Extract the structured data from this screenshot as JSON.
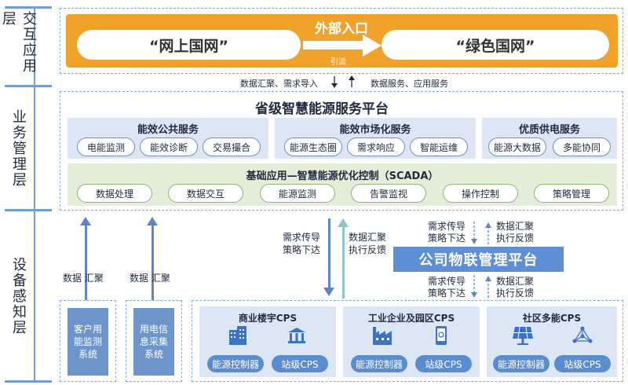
{
  "layers": {
    "top": "交互应用层",
    "middle": "业务管理层",
    "bottom": "设备感知层"
  },
  "interaction": {
    "entry_title": "外部入口",
    "left_portal": "“网上国网”",
    "right_portal": "“绿色国网”",
    "flow_label": "引流",
    "down_note": "数据汇聚、需求导入",
    "up_note": "数据服务、应用服务"
  },
  "business": {
    "platform_title": "省级智慧能源服务平台",
    "groups": [
      {
        "title": "能效公共服务",
        "items": [
          "电能监测",
          "能效诊断",
          "交易撮合"
        ]
      },
      {
        "title": "能效市场化服务",
        "items": [
          "能源生态圈",
          "需求响应",
          "智能运维"
        ]
      },
      {
        "title": "优质供电服务",
        "items": [
          "能源大数据",
          "多能协同"
        ]
      }
    ],
    "base": {
      "title": "基础应用—智慧能源优化控制（SCADA）",
      "items": [
        "数据处理",
        "数据交互",
        "能源监测",
        "告警监视",
        "操作控制",
        "策略管理"
      ]
    }
  },
  "device": {
    "left_arrow_label_1": "数据 汇聚",
    "left_arrow_label_2": "数据 汇聚",
    "center_down_label": "需求传导\n策略下达",
    "center_up_label": "数据汇聚\n执行反馈",
    "iot_upper_down": "需求传导\n策略下达",
    "iot_upper_up": "数据汇聚\n执行反馈",
    "iot_title": "公司物联管理平台",
    "iot_lower_down": "需求传导\n策略下达",
    "iot_lower_up": "数据汇聚\n执行反馈",
    "box1": "客户用能监测系统",
    "box2": "用电信息采集系统",
    "cps": [
      {
        "title": "商业楼宇CPS",
        "btn1": "能源控制器",
        "btn2": "站级CPS",
        "icon1": "office-building-icon",
        "icon2": "bank-building-icon"
      },
      {
        "title": "工业企业及园区CPS",
        "btn1": "能源控制器",
        "btn2": "站级CPS",
        "icon1": "factory-icon",
        "icon2": "smartphone-icon"
      },
      {
        "title": "社区多能CPS",
        "btn1": "能源控制器",
        "btn2": "站级CPS",
        "icon1": "solar-panel-icon",
        "icon2": "network-icon"
      }
    ]
  },
  "colors": {
    "orange": "#f1a22a",
    "accent_blue": "#5d86c2",
    "panel_blue": "#dce6f5",
    "panel_green": "#e3eed9",
    "iot_blue": "#5e8ed3"
  }
}
